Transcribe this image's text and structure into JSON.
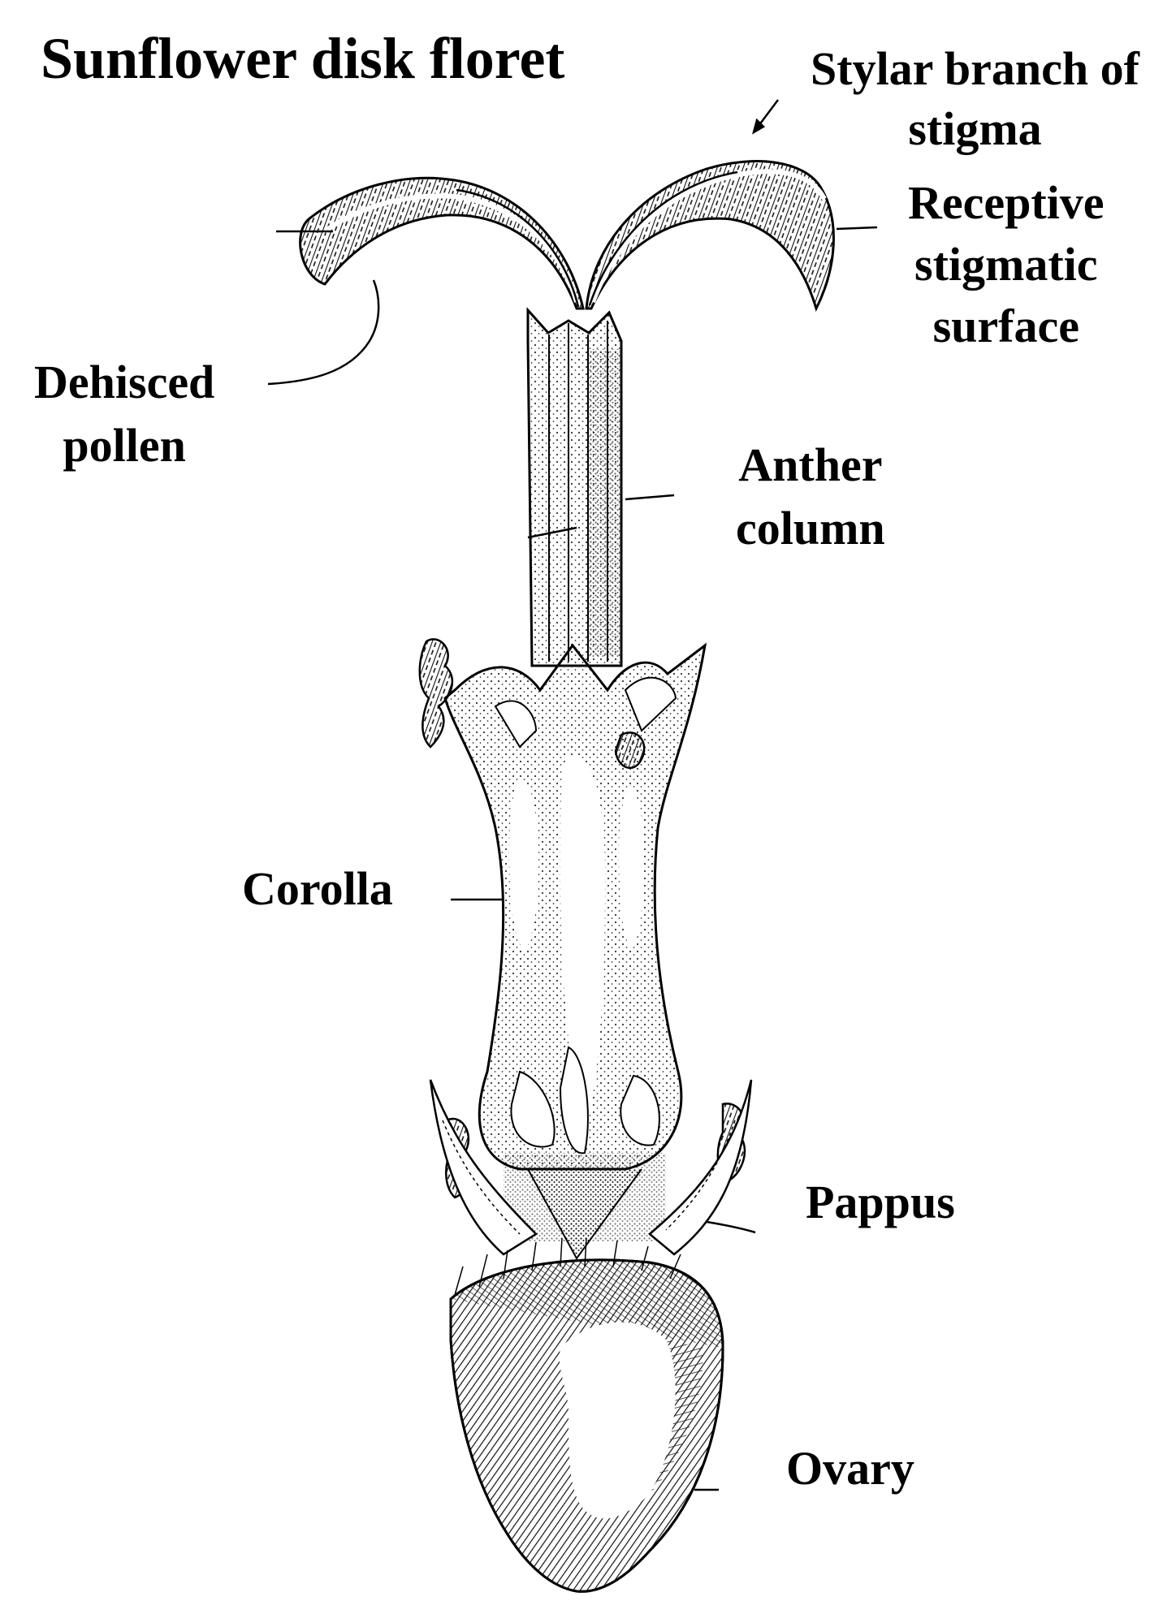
{
  "title": "Sunflower disk floret",
  "labels": {
    "stylar_branch": [
      "Stylar branch of",
      "stigma"
    ],
    "receptive_surface": [
      "Receptive",
      "stigmatic",
      "surface"
    ],
    "dehisced_pollen": [
      "Dehisced",
      "pollen"
    ],
    "anther_column": [
      "Anther",
      "column"
    ],
    "corolla": "Corolla",
    "pappus": "Pappus",
    "ovary": "Ovary"
  },
  "colors": {
    "ink": "#000000",
    "background": "#ffffff",
    "stipple": "#333333"
  }
}
